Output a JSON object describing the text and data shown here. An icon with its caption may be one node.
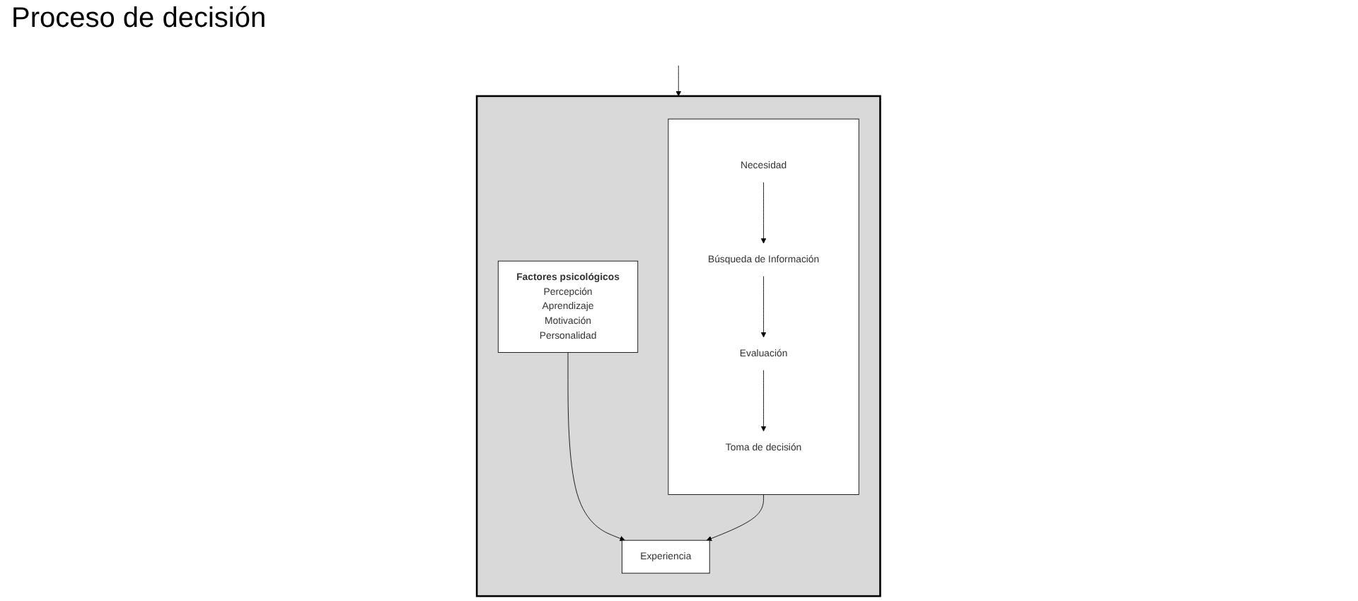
{
  "diagram": {
    "title": "Proceso de decisión",
    "nodes": [
      {
        "text": [],
        "shape": "box"
      },
      {
        "text": [],
        "shape": "box",
        "in": 0
      },
      {
        "text": [
          "Necesidad"
        ],
        "in": 1
      },
      {
        "text": [
          "Búsqueda de Información"
        ],
        "in": 1
      },
      {
        "text": [
          "Evaluación"
        ],
        "in": 1
      },
      {
        "text": [
          "Toma de decisión"
        ],
        "in": 1
      },
      {
        "text": [
          "Factores psicológicos",
          "Percepción",
          "Aprendizaje",
          "Motivación",
          "Personalidad"
        ],
        "in": 0
      },
      {
        "text": [
          "Experiencia"
        ],
        "in": 0
      }
    ],
    "edges": [
      {
        "from": null,
        "to": 0,
        "arrow": "to"
      },
      {
        "from": 2,
        "to": 3,
        "arrow": "to"
      },
      {
        "from": 3,
        "to": 4,
        "arrow": "to"
      },
      {
        "from": 4,
        "to": 5,
        "arrow": "to"
      },
      {
        "from": 1,
        "to": 7,
        "arrow": "to"
      },
      {
        "from": 6,
        "to": 7,
        "arrow": "to"
      }
    ]
  }
}
